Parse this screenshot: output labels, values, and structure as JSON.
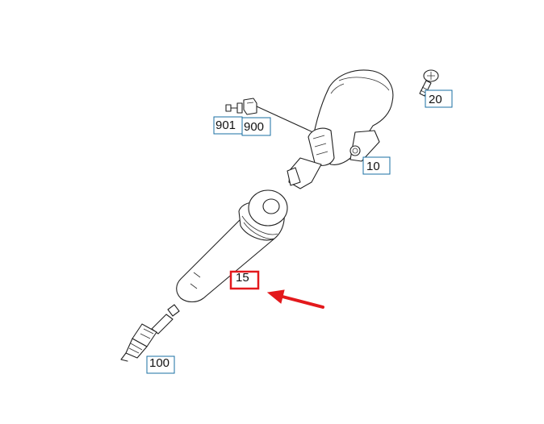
{
  "labels": {
    "p20": "20",
    "p901": "901",
    "p900": "900",
    "p10": "10",
    "p15": "15",
    "p100": "100"
  },
  "colors": {
    "label_box": "#1a6fa3",
    "highlight": "#e3191c",
    "arrow": "#e3191c",
    "line": "#222222"
  },
  "icons": {
    "pointer": "red-arrow"
  }
}
